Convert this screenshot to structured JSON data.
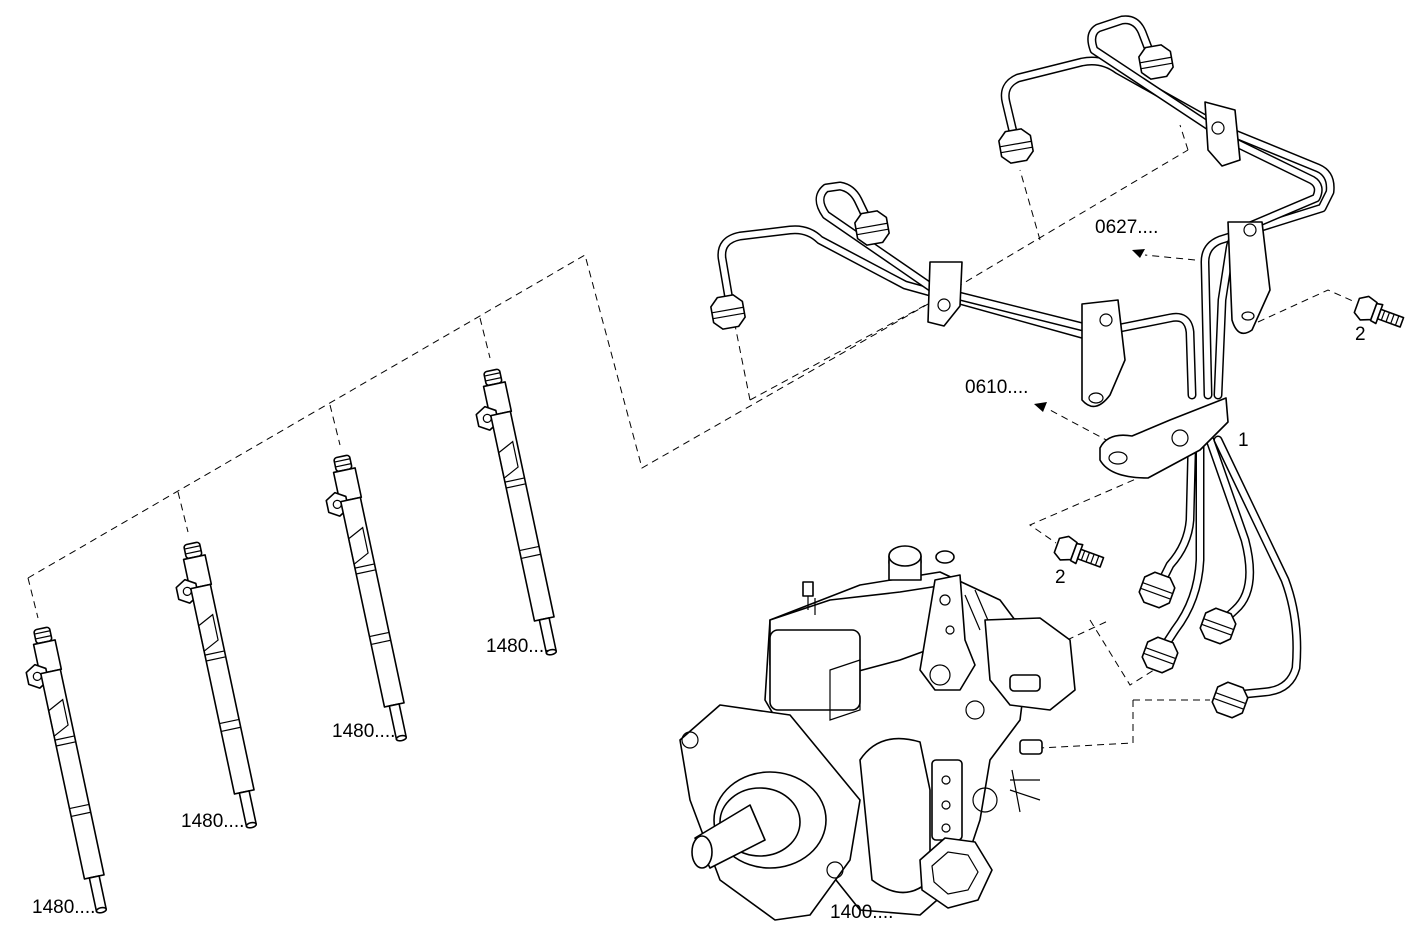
{
  "diagram": {
    "callouts": {
      "injector_1": "1480....",
      "injector_2": "1480....",
      "injector_3": "1480....",
      "injector_4": "1480....",
      "pump": "1400....",
      "pipe_set": "1",
      "bracket_upper": "0627....",
      "bracket_lower": "0610....",
      "screw_upper": "2",
      "screw_lower": "2"
    }
  }
}
